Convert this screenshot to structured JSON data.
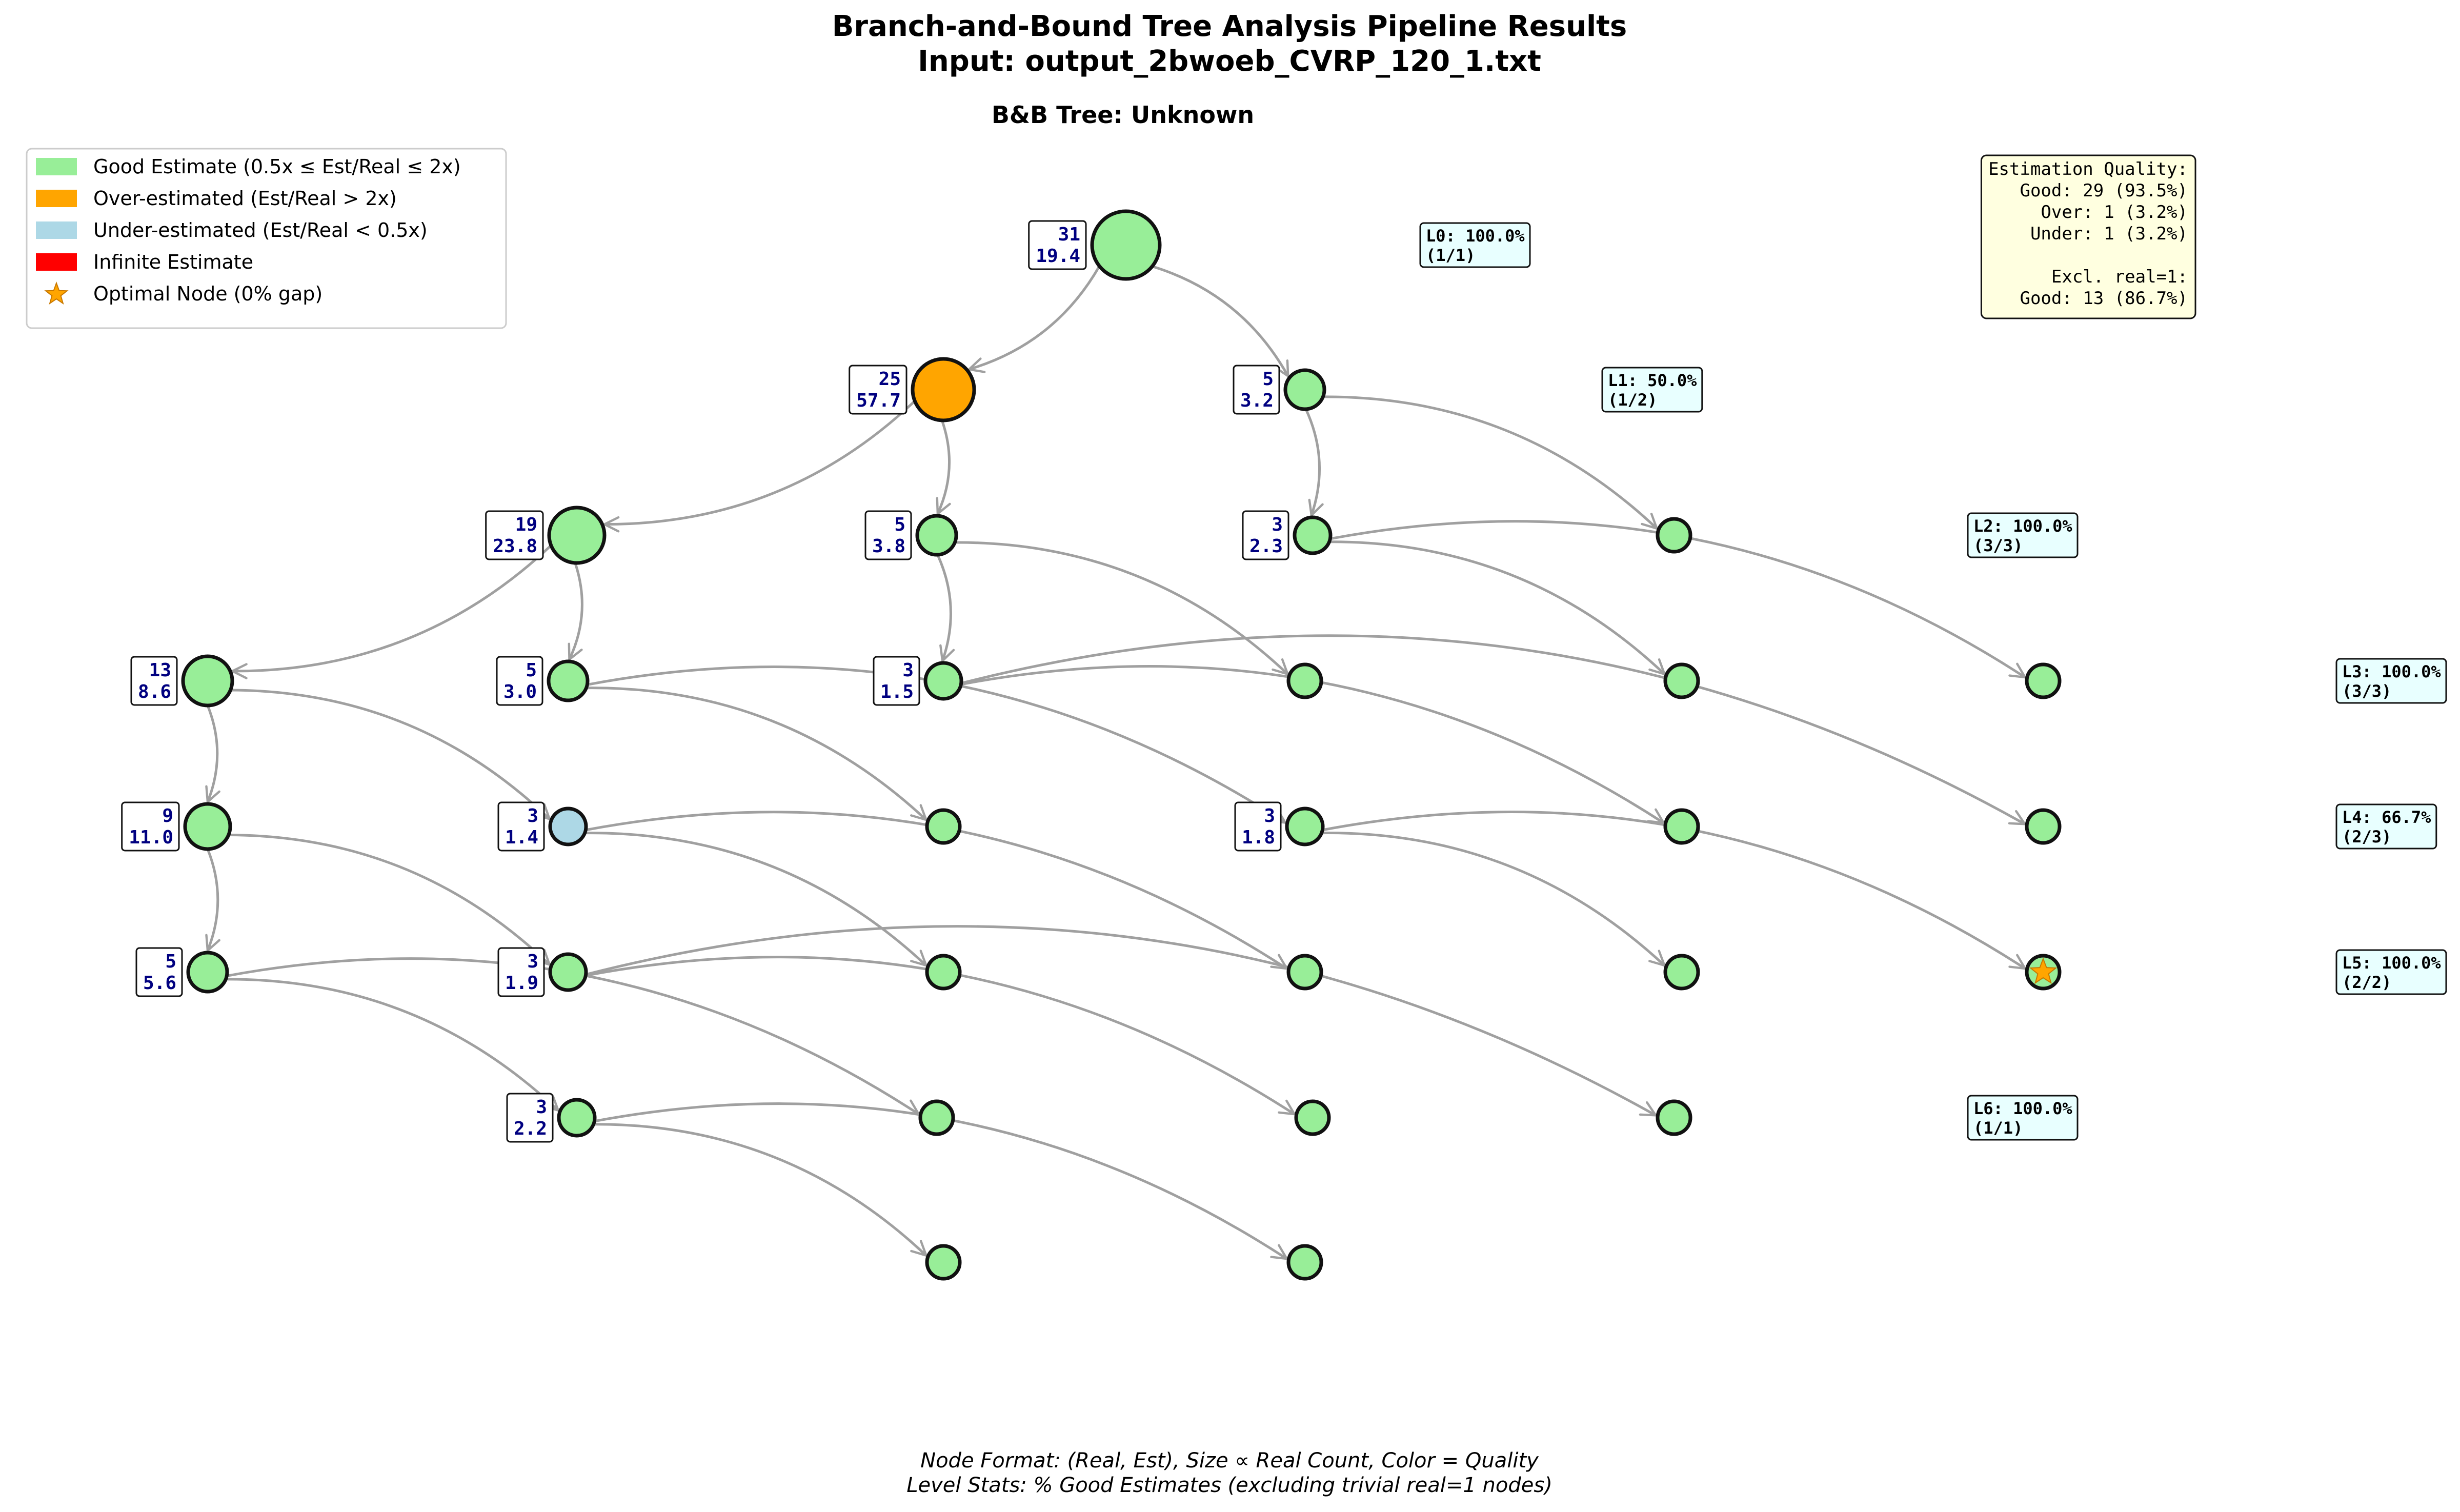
{
  "title_line1": "Branch-and-Bound Tree Analysis Pipeline Results",
  "title_line2": "Input: output_2bwoeb_CVRP_120_1.txt",
  "subtitle": "B&B Tree: Unknown",
  "footer_line1": "Node Format: (Real, Est), Size ∝ Real Count, Color = Quality",
  "footer_line2": "Level Stats: % Good Estimates (excluding trivial real=1 nodes)",
  "colors": {
    "good": "#98ee98",
    "over": "#ffa500",
    "under": "#add8e6",
    "infinite": "#ff0000",
    "optimal_star": "#ffa500",
    "edge": "#a0a0a0",
    "label_text": "#000080",
    "level_box": "#e8ffff",
    "quality_box": "#ffffe0"
  },
  "legend": [
    {
      "label": "Good Estimate (0.5x ≤ Est/Real ≤ 2x)",
      "kind": "patch",
      "color": "#98ee98"
    },
    {
      "label": "Over-estimated (Est/Real > 2x)",
      "kind": "patch",
      "color": "#ffa500"
    },
    {
      "label": "Under-estimated (Est/Real < 0.5x)",
      "kind": "patch",
      "color": "#add8e6"
    },
    {
      "label": "Infinite Estimate",
      "kind": "patch",
      "color": "#ff0000"
    },
    {
      "label": "Optimal Node (0% gap)",
      "kind": "star",
      "color": "#ffa500"
    }
  ],
  "quality_box": {
    "lines": [
      "Estimation Quality:",
      "Good: 29 (93.5%)",
      "Over: 1 (3.2%)",
      "Under: 1 (3.2%)",
      "",
      "Excl. real=1:",
      "Good: 13 (86.7%)"
    ]
  },
  "level_stats": [
    {
      "l1": "L0: 100.0%",
      "l2": "(1/1)"
    },
    {
      "l1": "L1: 50.0%",
      "l2": "(1/2)"
    },
    {
      "l1": "L2: 100.0%",
      "l2": "(3/3)"
    },
    {
      "l1": "L3: 100.0%",
      "l2": "(3/3)"
    },
    {
      "l1": "L4: 66.7%",
      "l2": "(2/3)"
    },
    {
      "l1": "L5: 100.0%",
      "l2": "(2/2)"
    },
    {
      "l1": "L6: 100.0%",
      "l2": "(1/1)"
    }
  ],
  "tree": {
    "nodes": [
      {
        "id": "A",
        "real": "31",
        "est": "19.4",
        "q": "good",
        "level": 0
      },
      {
        "id": "B",
        "real": "25",
        "est": "57.7",
        "q": "over",
        "level": 1
      },
      {
        "id": "C",
        "real": "5",
        "est": "3.2",
        "q": "good",
        "level": 1
      },
      {
        "id": "D",
        "real": "19",
        "est": "23.8",
        "q": "good",
        "level": 2
      },
      {
        "id": "E",
        "real": "5",
        "est": "3.8",
        "q": "good",
        "level": 2
      },
      {
        "id": "F",
        "real": "3",
        "est": "2.3",
        "q": "good",
        "level": 2
      },
      {
        "id": "G",
        "real": "1",
        "q": "good",
        "level": 2
      },
      {
        "id": "H",
        "real": "13",
        "est": "8.6",
        "q": "good",
        "level": 3
      },
      {
        "id": "I",
        "real": "5",
        "est": "3.0",
        "q": "good",
        "level": 3
      },
      {
        "id": "J",
        "real": "3",
        "est": "1.5",
        "q": "good",
        "level": 3
      },
      {
        "id": "K",
        "real": "1",
        "q": "good",
        "level": 3
      },
      {
        "id": "L",
        "real": "1",
        "q": "good",
        "level": 3
      },
      {
        "id": "M",
        "real": "1",
        "q": "good",
        "level": 3
      },
      {
        "id": "N",
        "real": "9",
        "est": "11.0",
        "q": "good",
        "level": 4
      },
      {
        "id": "O",
        "real": "3",
        "est": "1.4",
        "q": "under",
        "level": 4
      },
      {
        "id": "P",
        "real": "1",
        "q": "good",
        "level": 4
      },
      {
        "id": "Q",
        "real": "3",
        "est": "1.8",
        "q": "good",
        "level": 4
      },
      {
        "id": "R",
        "real": "1",
        "q": "good",
        "level": 4
      },
      {
        "id": "S",
        "real": "1",
        "q": "good",
        "level": 4
      },
      {
        "id": "T",
        "real": "5",
        "est": "5.6",
        "q": "good",
        "level": 5
      },
      {
        "id": "U",
        "real": "3",
        "est": "1.9",
        "q": "good",
        "level": 5
      },
      {
        "id": "V",
        "real": "1",
        "q": "good",
        "level": 5
      },
      {
        "id": "W",
        "real": "1",
        "q": "good",
        "level": 5
      },
      {
        "id": "X",
        "real": "1",
        "q": "good",
        "level": 5
      },
      {
        "id": "Y",
        "real": "1",
        "q": "good",
        "level": 5,
        "optimal": true
      },
      {
        "id": "Z",
        "real": "3",
        "est": "2.2",
        "q": "good",
        "level": 6
      },
      {
        "id": "AA",
        "real": "1",
        "q": "good",
        "level": 6
      },
      {
        "id": "AB",
        "real": "1",
        "q": "good",
        "level": 6
      },
      {
        "id": "AC",
        "real": "1",
        "q": "good",
        "level": 6
      },
      {
        "id": "AD",
        "real": "1",
        "q": "good",
        "level": 7
      },
      {
        "id": "AE",
        "real": "1",
        "q": "good",
        "level": 7
      }
    ],
    "edges": [
      [
        "A",
        "B"
      ],
      [
        "A",
        "C"
      ],
      [
        "B",
        "D"
      ],
      [
        "B",
        "E"
      ],
      [
        "C",
        "F"
      ],
      [
        "C",
        "G"
      ],
      [
        "D",
        "H"
      ],
      [
        "D",
        "I"
      ],
      [
        "E",
        "J"
      ],
      [
        "E",
        "K"
      ],
      [
        "F",
        "L"
      ],
      [
        "F",
        "M"
      ],
      [
        "H",
        "N"
      ],
      [
        "H",
        "O"
      ],
      [
        "I",
        "P"
      ],
      [
        "I",
        "Q"
      ],
      [
        "J",
        "R"
      ],
      [
        "J",
        "S"
      ],
      [
        "N",
        "T"
      ],
      [
        "N",
        "U"
      ],
      [
        "O",
        "V"
      ],
      [
        "O",
        "W"
      ],
      [
        "Q",
        "X"
      ],
      [
        "Q",
        "Y"
      ],
      [
        "T",
        "Z"
      ],
      [
        "T",
        "AA"
      ],
      [
        "U",
        "AB"
      ],
      [
        "U",
        "AC"
      ],
      [
        "Z",
        "AD"
      ],
      [
        "Z",
        "AE"
      ]
    ]
  }
}
